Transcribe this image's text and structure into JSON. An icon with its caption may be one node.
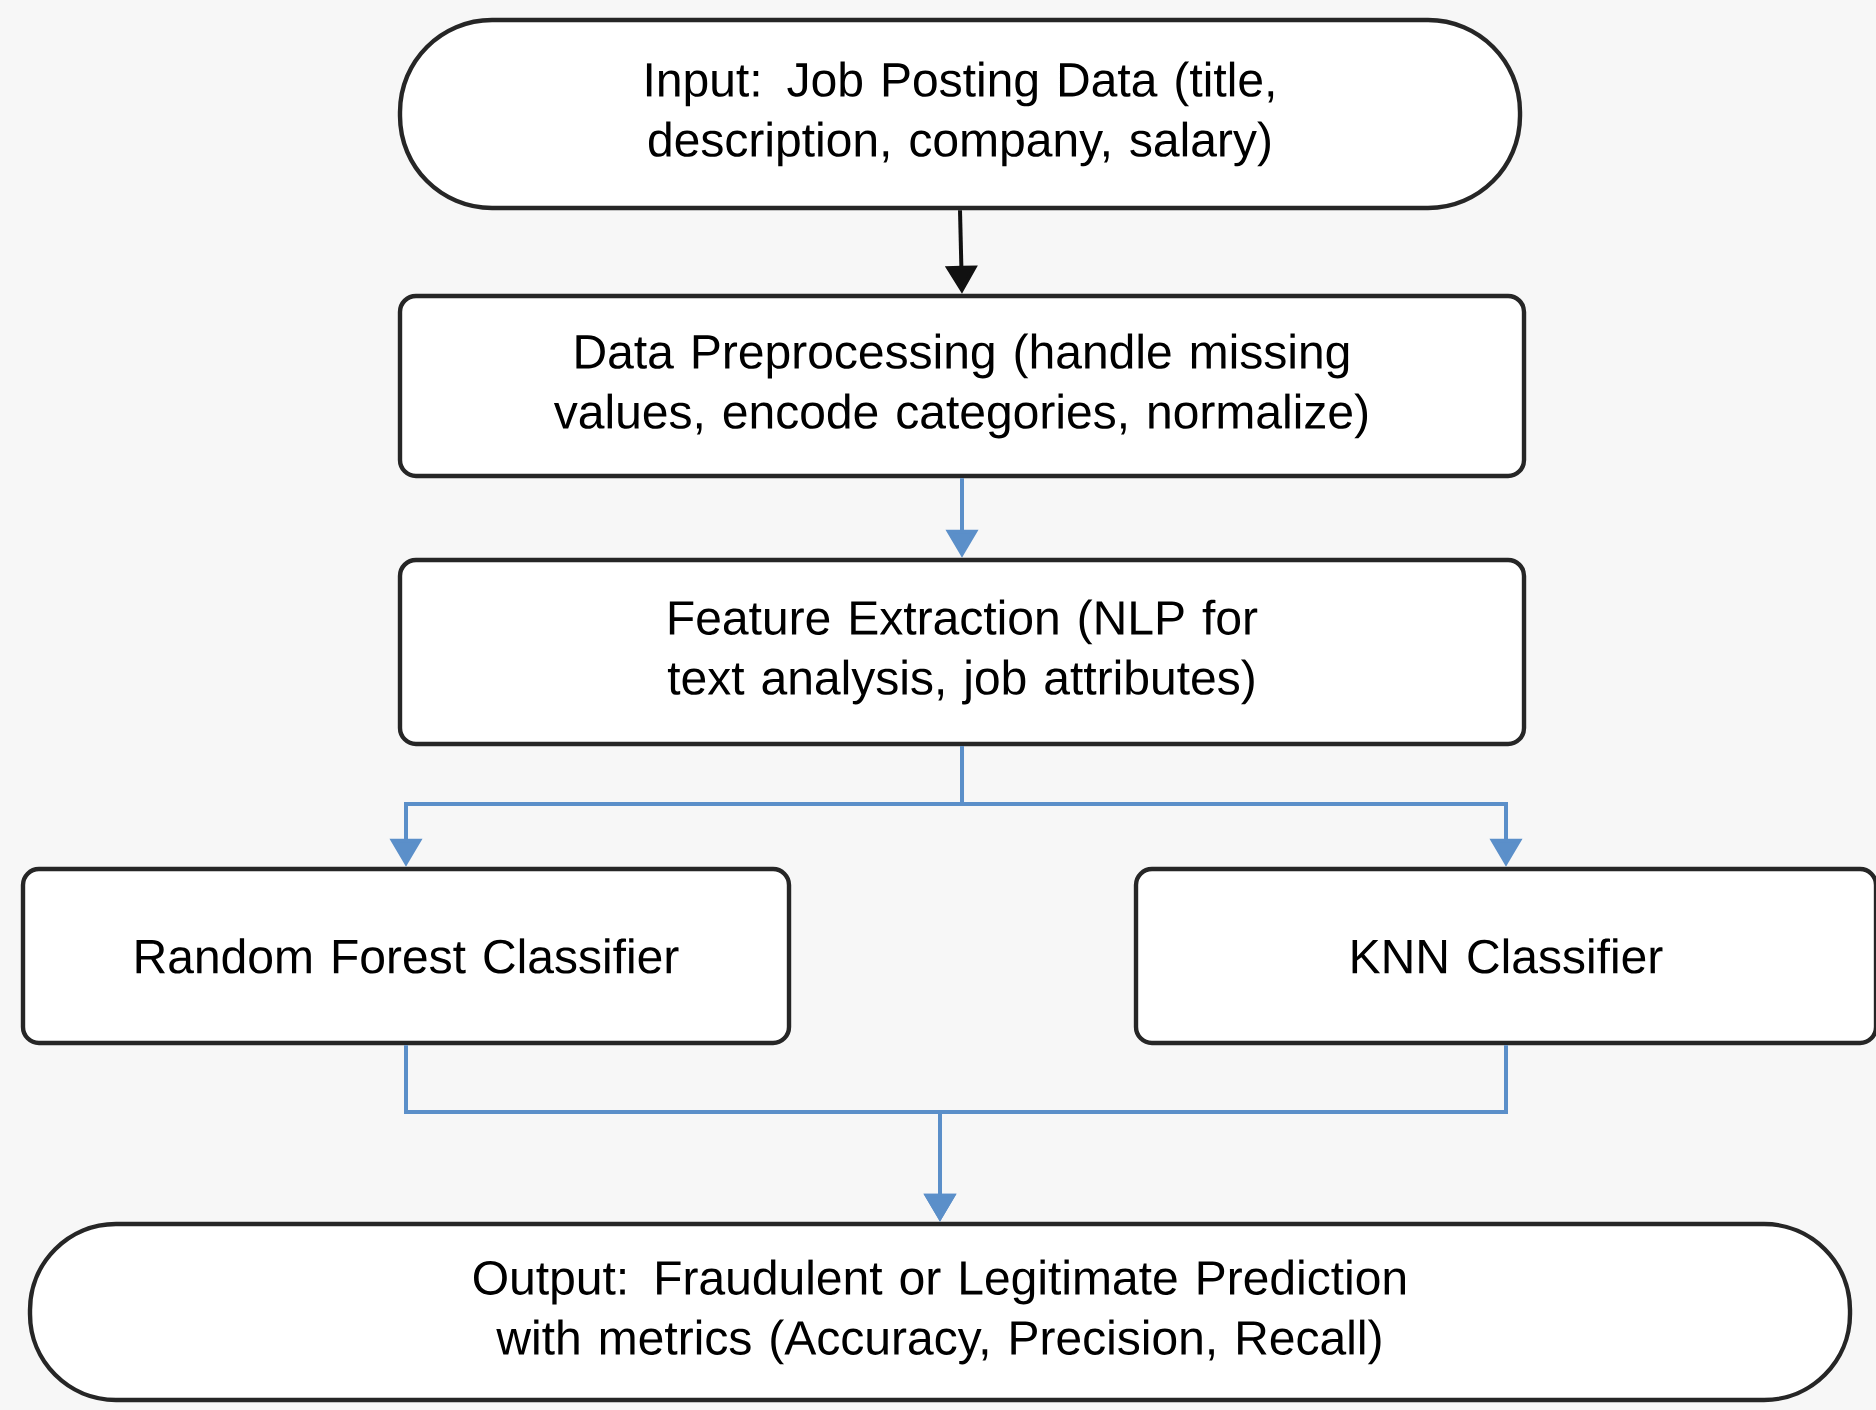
{
  "diagram": {
    "nodes": [
      {
        "text": [
          "Input: Job Posting Data (title, description, company, salary)"
        ]
      },
      {
        "text": [
          "Data Preprocessing (handle missing values, encode categories, normalize)"
        ]
      },
      {
        "text": [
          "Feature Extraction (NLP for text analysis, job attributes)"
        ]
      },
      {
        "text": [
          "Random Forest Classifier"
        ]
      },
      {
        "text": [
          "KNN Classifier"
        ]
      },
      {
        "text": [
          "Output: Fraudulent or Legitimate Prediction with metrics (Accuracy, Precision, Recall)"
        ]
      }
    ],
    "edges": [
      {
        "from": 0,
        "to": 1,
        "arrow": "to",
        "color": "#111111"
      },
      {
        "from": 1,
        "to": 2,
        "arrow": "to"
      },
      {
        "from": 2,
        "to": 3,
        "arrow": "to"
      },
      {
        "from": 2,
        "to": 4,
        "arrow": "to"
      },
      {
        "from": 3,
        "to": 5,
        "arrow": "to"
      },
      {
        "from": 4,
        "to": 5,
        "arrow": "to"
      }
    ]
  }
}
